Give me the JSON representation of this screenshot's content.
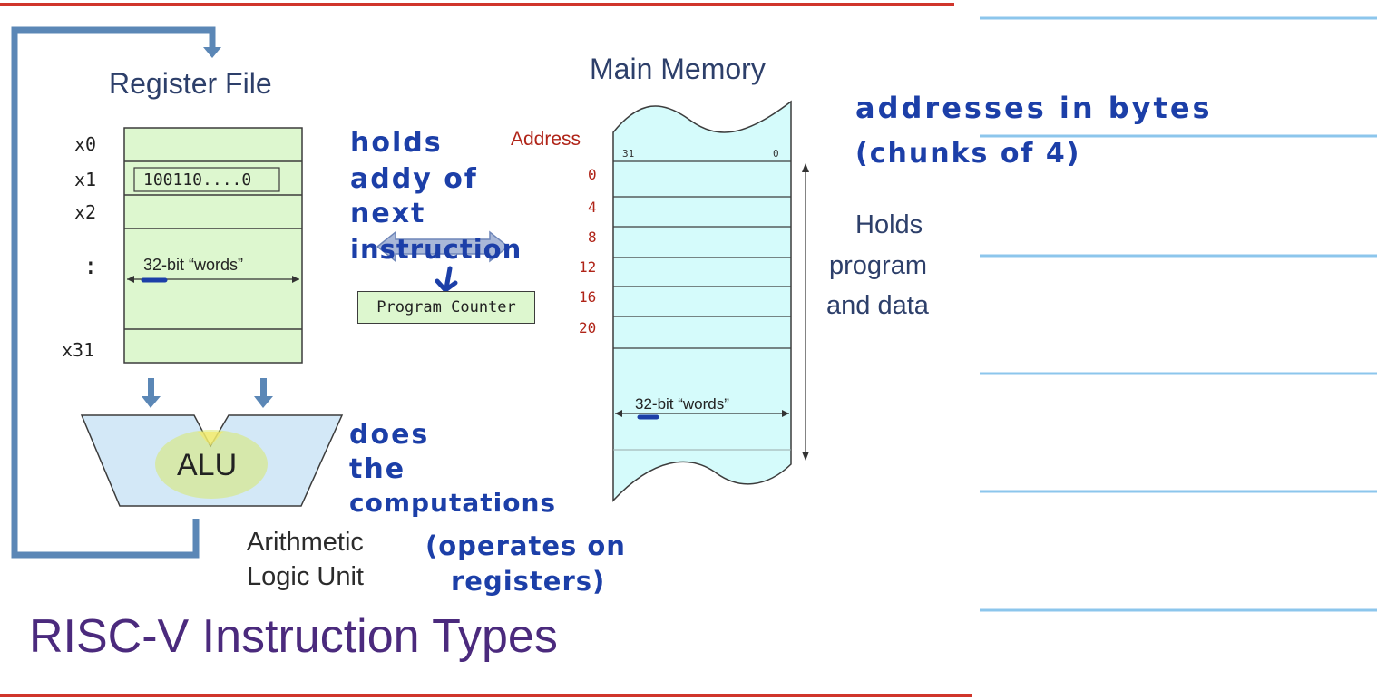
{
  "register_file": {
    "title": "Register File",
    "registers": [
      "x0",
      "x1",
      "x2",
      ":",
      "x31"
    ],
    "x1_value": "100110....0",
    "word_label": "32-bit “words”"
  },
  "program_counter": {
    "label": "Program Counter"
  },
  "alu": {
    "label": "ALU",
    "caption_line1": "Arithmetic",
    "caption_line2": "Logic Unit"
  },
  "main_memory": {
    "title": "Main Memory",
    "address_header": "Address",
    "bit_high": "31",
    "bit_low": "0",
    "addresses": [
      "0",
      "4",
      "8",
      "12",
      "16",
      "20"
    ],
    "word_label": "32-bit “words”",
    "holds_line1": "Holds",
    "holds_line2": "program",
    "holds_line3": "and data"
  },
  "annotations": {
    "pc_note": [
      "holds",
      "addy of",
      "next",
      "instruction"
    ],
    "alu_note": [
      "does",
      "the",
      "computations"
    ],
    "alu_note2": [
      "(operates on",
      "registers)"
    ],
    "addr_note1": "addresses in bytes",
    "addr_note2": "(chunks of 4)"
  },
  "slide": {
    "title": "RISC-V Instruction Types"
  },
  "colors": {
    "accent_red": "#d0352b",
    "note_line_blue": "#8cc6ec",
    "register_green": "#ddf7cf",
    "memory_cyan": "#d5fbfb",
    "alu_blue": "#d3e8f7",
    "arrow_steel": "#5b87b6",
    "handwriting": "#1c3fa8"
  }
}
